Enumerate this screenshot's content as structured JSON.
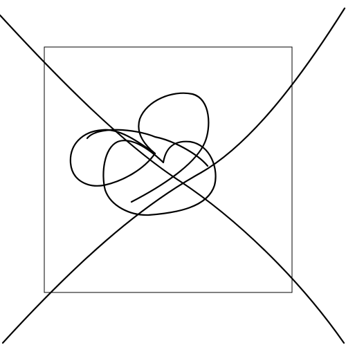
{
  "diagram": {
    "background_color": "#ffffff",
    "stroke_color": "#000000",
    "elements": [
      "square-frame",
      "descending-diagonal-curve",
      "ascending-diagonal-curve",
      "knot-loop-left",
      "knot-loop-right",
      "knot-loop-top"
    ]
  }
}
